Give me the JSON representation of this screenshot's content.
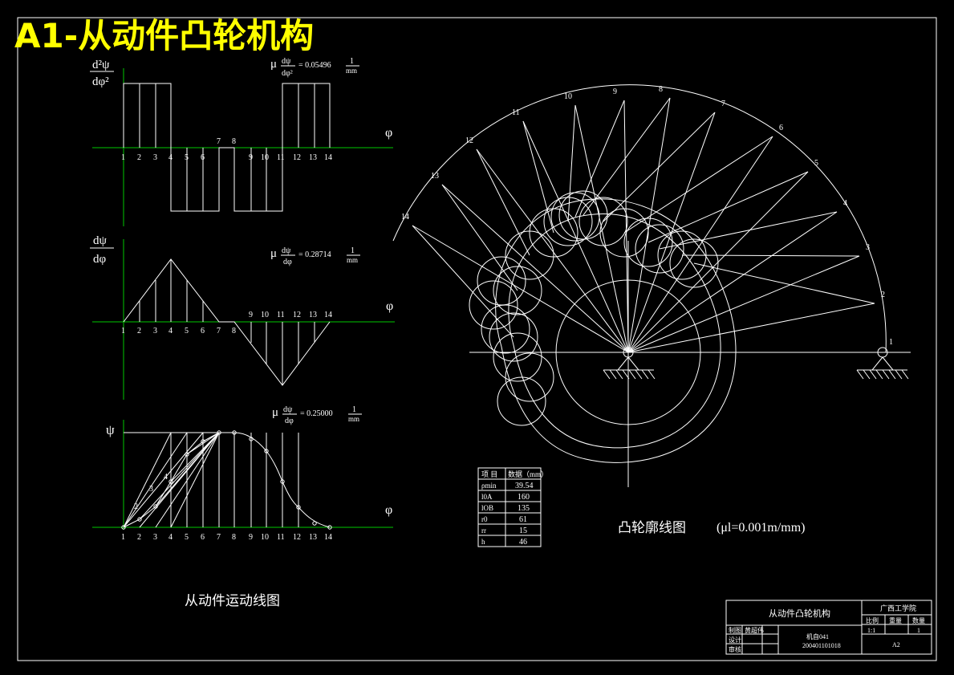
{
  "page_title": "A1-从动件凸轮机构",
  "colors": {
    "background": "#000000",
    "line": "#ffffff",
    "axis": "#00c800",
    "title": "#ffff00"
  },
  "charts": {
    "accel": {
      "ylabel_num": "d²ψ",
      "ylabel_den": "dφ²",
      "xlabel": "φ",
      "scale_mu": "μ",
      "scale_num": "dψ",
      "scale_den": "dφ²",
      "scale_value": "= 0.05496",
      "scale_unit_num": "1",
      "scale_unit_den": "mm",
      "points": [
        "1",
        "2",
        "3",
        "4",
        "5",
        "6",
        "7",
        "8",
        "9",
        "10",
        "11",
        "12",
        "13",
        "14"
      ]
    },
    "velocity": {
      "ylabel_num": "dψ",
      "ylabel_den": "dφ",
      "xlabel": "φ",
      "scale_mu": "μ",
      "scale_num": "dψ",
      "scale_den": "dφ",
      "scale_value": "= 0.28714",
      "scale_unit_num": "1",
      "scale_unit_den": "mm",
      "points_left": [
        "1",
        "2",
        "3",
        "4",
        "5",
        "6",
        "7",
        "8"
      ],
      "points_right": [
        "9",
        "10",
        "11",
        "12",
        "13",
        "14"
      ]
    },
    "displacement": {
      "ylabel": "ψ",
      "xlabel": "φ",
      "scale_mu": "μ",
      "scale_num": "dψ",
      "scale_den": "dφ",
      "scale_value": "= 0.25000",
      "scale_unit_num": "1",
      "scale_unit_den": "mm",
      "points": [
        "1",
        "2",
        "3",
        "4",
        "5",
        "6",
        "7",
        "8",
        "9",
        "10",
        "11",
        "12",
        "13",
        "14"
      ],
      "curve_labels": [
        "2",
        "3",
        "4"
      ]
    },
    "caption": "从动件运动线图"
  },
  "cam": {
    "caption": "凸轮廓线图",
    "scale": "(μl=0.001m/mm)",
    "position_labels": [
      "1",
      "2",
      "3",
      "4",
      "5",
      "6",
      "7",
      "8",
      "9",
      "10",
      "11",
      "12",
      "13",
      "14"
    ]
  },
  "param_table": {
    "header": [
      "项 目",
      "数据（mm）"
    ],
    "rows": [
      [
        "ρmin",
        "39.54"
      ],
      [
        "l0A",
        "160"
      ],
      [
        "lOB",
        "135"
      ],
      [
        "r0",
        "61"
      ],
      [
        "rr",
        "15"
      ],
      [
        "h",
        "46"
      ]
    ]
  },
  "title_block": {
    "drawing_name": "从动件凸轮机构",
    "school": "广西工学院",
    "scale_label": "比例",
    "weight_label": "重量",
    "count_label": "数量",
    "scale_value": "1:1",
    "count_value": "1",
    "rows": [
      [
        "制图",
        "黄超伟"
      ],
      [
        "设计",
        ""
      ],
      [
        "审核",
        ""
      ]
    ],
    "class_label": "机自041",
    "student_no": "200401101018",
    "sheet": "A2"
  }
}
